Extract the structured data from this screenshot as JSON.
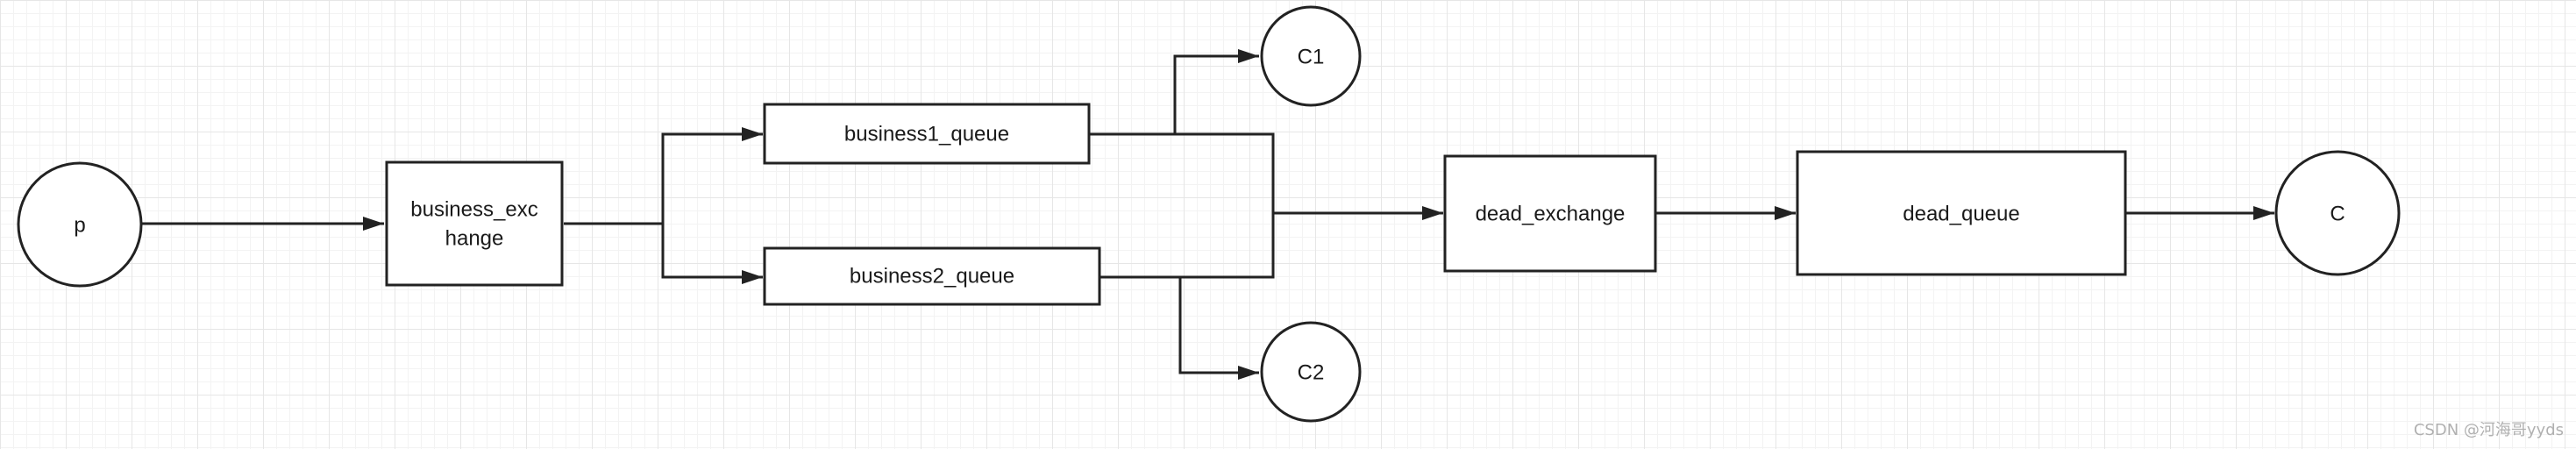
{
  "nodes": {
    "p": "p",
    "business_exchange": [
      "business_exc",
      "hange"
    ],
    "business1_queue": "business1_queue",
    "business2_queue": "business2_queue",
    "c1": "C1",
    "c2": "C2",
    "dead_exchange": "dead_exchange",
    "dead_queue": "dead_queue",
    "c": "C"
  },
  "watermark": "CSDN @河海哥yyds"
}
